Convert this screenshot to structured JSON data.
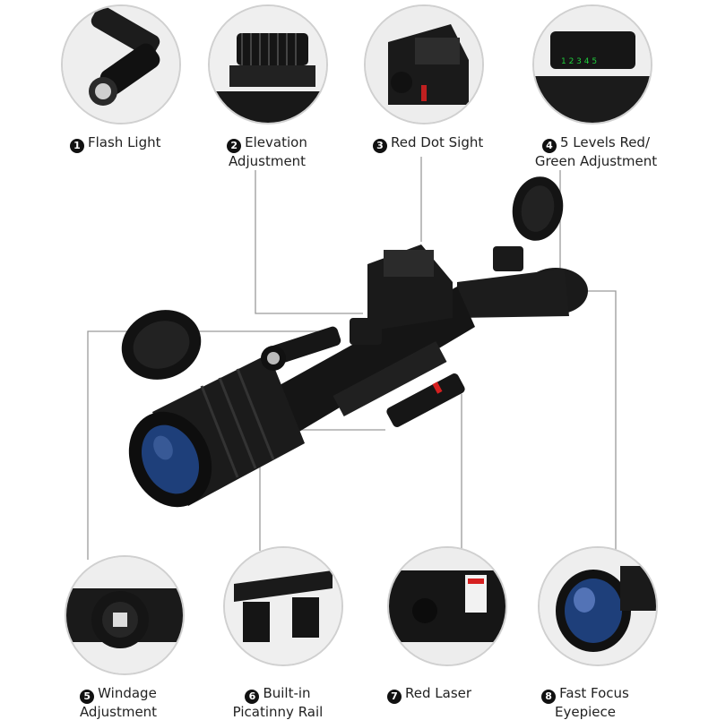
{
  "features": [
    {
      "num": "1",
      "lines": [
        "Flash Light"
      ]
    },
    {
      "num": "2",
      "lines": [
        "Elevation",
        "Adjustment"
      ]
    },
    {
      "num": "3",
      "lines": [
        "Red Dot Sight"
      ]
    },
    {
      "num": "4",
      "lines": [
        "5 Levels Red/",
        "Green Adjustment"
      ]
    },
    {
      "num": "5",
      "lines": [
        "Windage",
        "Adjustment"
      ]
    },
    {
      "num": "6",
      "lines": [
        "Built-in",
        "Picatinny Rail"
      ]
    },
    {
      "num": "7",
      "lines": [
        "Red Laser"
      ]
    },
    {
      "num": "8",
      "lines": [
        "Fast Focus",
        "Eyepiece"
      ]
    }
  ],
  "colors": {
    "body": "#1a1a1a",
    "lens": "#1e3f7a",
    "laser": "#d62020",
    "green": "#1fcf3c"
  }
}
